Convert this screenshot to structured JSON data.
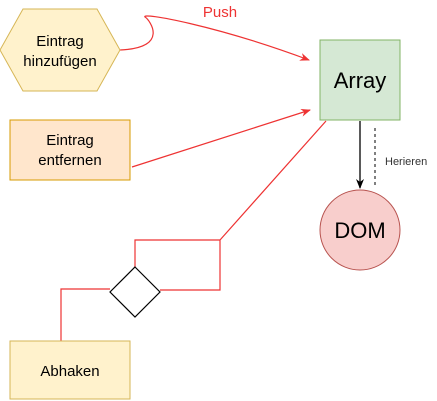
{
  "nodes": {
    "eintrag_hinzufuegen": {
      "line1": "Eintrag",
      "line2": "hinzufügen"
    },
    "eintrag_entfernen": {
      "line1": "Eintrag",
      "line2": "entfernen"
    },
    "array": {
      "label": "Array"
    },
    "dom": {
      "label": "DOM"
    },
    "abhaken": {
      "label": "Abhaken"
    }
  },
  "edges": {
    "push": {
      "label": "Push"
    },
    "herieren": {
      "label": "Herieren"
    }
  },
  "colors": {
    "hexagon_fill": "#fff2cc",
    "hexagon_stroke": "#d6b656",
    "entfernen_fill": "#ffe6cc",
    "entfernen_stroke": "#d79b00",
    "array_fill": "#d5e8d4",
    "array_stroke": "#82b366",
    "dom_fill": "#f8cecc",
    "dom_stroke": "#b85450",
    "abhaken_fill": "#fff2cc",
    "abhaken_stroke": "#d6b656",
    "red_edge": "#ee3333",
    "black_edge": "#000000"
  }
}
